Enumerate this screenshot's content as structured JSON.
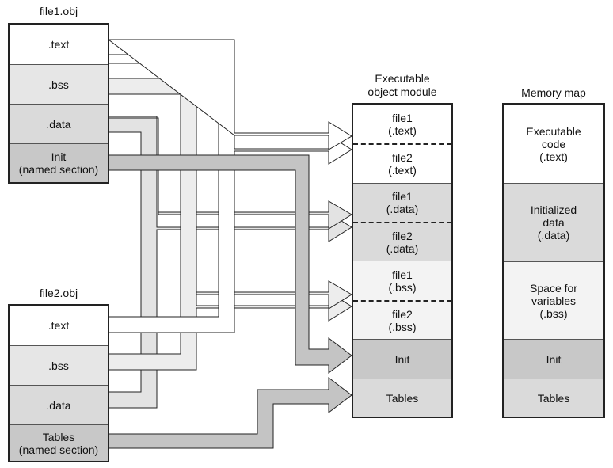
{
  "file1": {
    "title": "file1.obj",
    "sections": [
      ".text",
      ".bss",
      ".data",
      "Init\n(named section)"
    ]
  },
  "file2": {
    "title": "file2.obj",
    "sections": [
      ".text",
      ".bss",
      ".data",
      "Tables\n(named section)"
    ]
  },
  "module": {
    "title": "Executable\nobject module",
    "sections": [
      "file1\n(.text)",
      "file2\n(.text)",
      "file1\n(.data)",
      "file2\n(.data)",
      "file1\n(.bss)",
      "file2\n(.bss)",
      "Init",
      "Tables"
    ]
  },
  "memory": {
    "title": "Memory map",
    "sections": [
      "Executable\ncode\n(.text)",
      "Initialized\ndata\n(.data)",
      "Space for\nvariables\n(.bss)",
      "Init",
      "Tables"
    ]
  },
  "colors": {
    "text_arrow": "#ffffff",
    "data_arrow": "#e3e3e3",
    "bss_arrow": "#ededed",
    "named_arrow": "#c4c4c4",
    "outline": "#222222"
  }
}
